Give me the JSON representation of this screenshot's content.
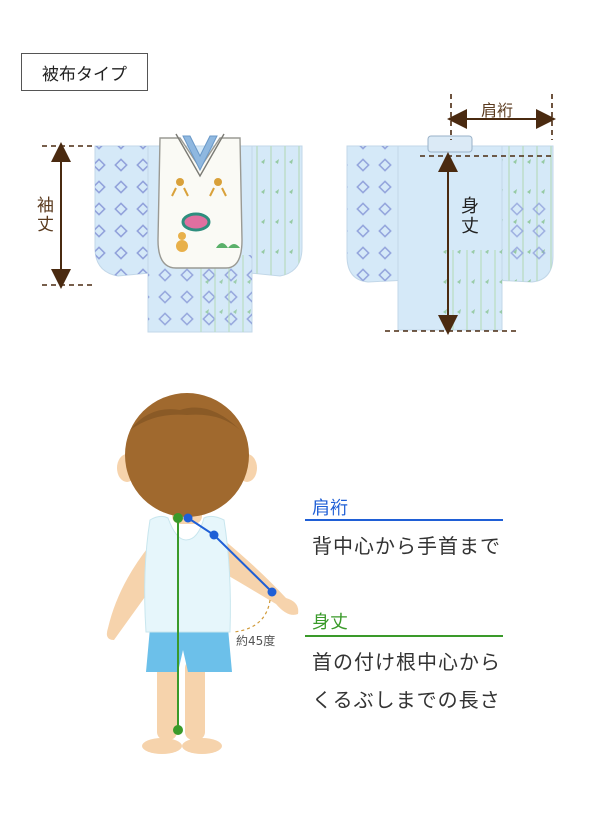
{
  "type_label": "被布タイプ",
  "measurements": {
    "sleeve_length": "袖丈",
    "yuki": "肩裄",
    "body_length": "身丈"
  },
  "legend": {
    "yuki_title": "肩裄",
    "yuki_desc": "背中心から手首まで",
    "body_title": "身丈",
    "body_desc_line1": "首の付け根中心から",
    "body_desc_line2": "くるぶしまでの長さ"
  },
  "angle_note": "約45度",
  "colors": {
    "yuki_line": "#1f5fd6",
    "body_line": "#3a9a2a",
    "arrow": "#4a2a10",
    "kimono": "#d5e9f8",
    "hifu_vest": "#fafaf5"
  }
}
